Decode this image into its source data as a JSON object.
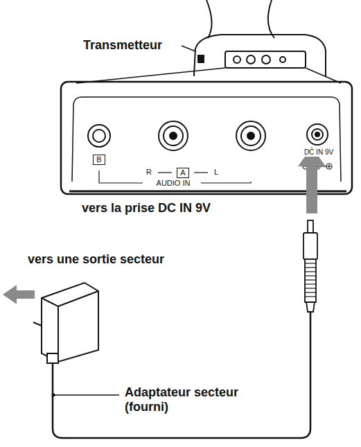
{
  "diagram": {
    "nodes": [
      {
        "text": [
          "B"
        ]
      },
      {
        "text": [
          "A"
        ]
      }
    ],
    "labels": [
      "Transmetteur",
      "R",
      "L",
      "AUDIO IN",
      "DC IN 9V",
      "vers la prise DC IN 9V",
      "vers une sortie secteur",
      "Adaptateur secteur (fourni)"
    ]
  }
}
